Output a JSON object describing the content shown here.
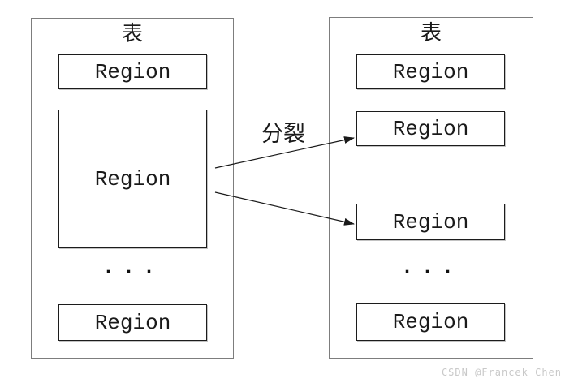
{
  "left_table": {
    "title": "表",
    "regions": [
      "Region",
      "Region",
      "Region"
    ],
    "ellipsis": "···"
  },
  "right_table": {
    "title": "表",
    "regions": [
      "Region",
      "Region",
      "Region",
      "Region"
    ],
    "ellipsis": "···"
  },
  "split_label": "分裂",
  "watermark": "CSDN @Francek Chen",
  "colors": {
    "background": "#ffffff",
    "outer_border": "#7d7d7d",
    "inner_border": "#1c1c1c",
    "text": "#1a1a1a",
    "arrow": "#1a1a1a",
    "watermark": "#c9c9c9"
  }
}
